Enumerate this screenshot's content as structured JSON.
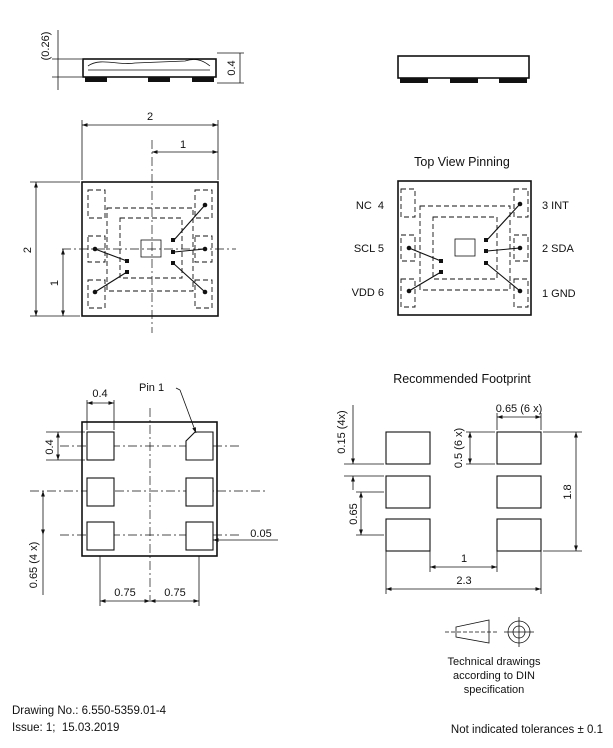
{
  "side_view": {
    "dim_pad_height": "(0.26)",
    "dim_total_height": "0.4"
  },
  "top_view": {
    "dim_width": "2",
    "dim_half_width": "1",
    "dim_height": "2",
    "dim_half_height": "1"
  },
  "pinning": {
    "title": "Top View Pinning",
    "pins": [
      {
        "label": "NC  4"
      },
      {
        "label": "SCL 5"
      },
      {
        "label": "VDD 6"
      },
      {
        "label": "3 INT"
      },
      {
        "label": "2 SDA"
      },
      {
        "label": "1 GND"
      }
    ]
  },
  "bottom_view": {
    "pin1_label": "Pin 1",
    "dim_pad_width": "0.4",
    "dim_pad_height": "0.4",
    "dim_pitch": "0.65 (4 x)",
    "dim_left_offset": "0.75",
    "dim_right_offset": "0.75",
    "dim_chamfer": "0.05"
  },
  "footprint": {
    "title": "Recommended Footprint",
    "dim_pad_width": "0.65 (6 x)",
    "dim_gap": "0.15 (4x)",
    "dim_pad_height": "0.5 (6 x)",
    "dim_pitch": "0.65",
    "dim_total_height": "1.8",
    "dim_center": "1",
    "dim_total_width": "2.3"
  },
  "symbols_note": [
    "Technical drawings",
    "according to DIN",
    "specification"
  ],
  "drawing_info": {
    "drawing_no": "Drawing No.: 6.550-5359.01-4",
    "issue": "Issue: 1;  15.03.2019"
  },
  "tolerance_note": "Not indicated tolerances ± 0.1"
}
